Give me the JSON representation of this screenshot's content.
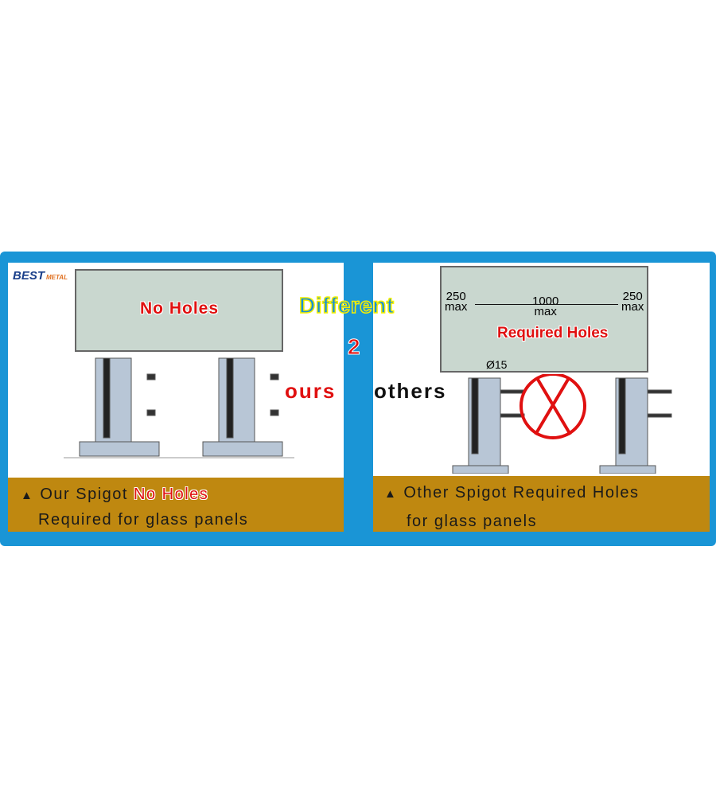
{
  "logo": {
    "brand": "BEST",
    "sub": "METAL"
  },
  "center": {
    "heading": "Different",
    "number": "2",
    "ours": "ours",
    "others": "others"
  },
  "left": {
    "glass_label": "No Holes",
    "caption_prefix": "Our Spigot",
    "caption_highlight": "No Holes",
    "caption_line2": "Required for glass panels"
  },
  "right": {
    "glass_label": "Required Holes",
    "dim_left": "250",
    "dim_left_unit": "max",
    "dim_mid": "1000",
    "dim_mid_unit": "max",
    "dim_right": "250",
    "dim_right_unit": "max",
    "hole_dia": "Ø15",
    "caption_line1": "Other Spigot Required Holes",
    "caption_line2": "for glass panels"
  },
  "colors": {
    "frame": "#1a95d6",
    "caption_band": "#bf8810",
    "accent_red": "#e01010"
  }
}
